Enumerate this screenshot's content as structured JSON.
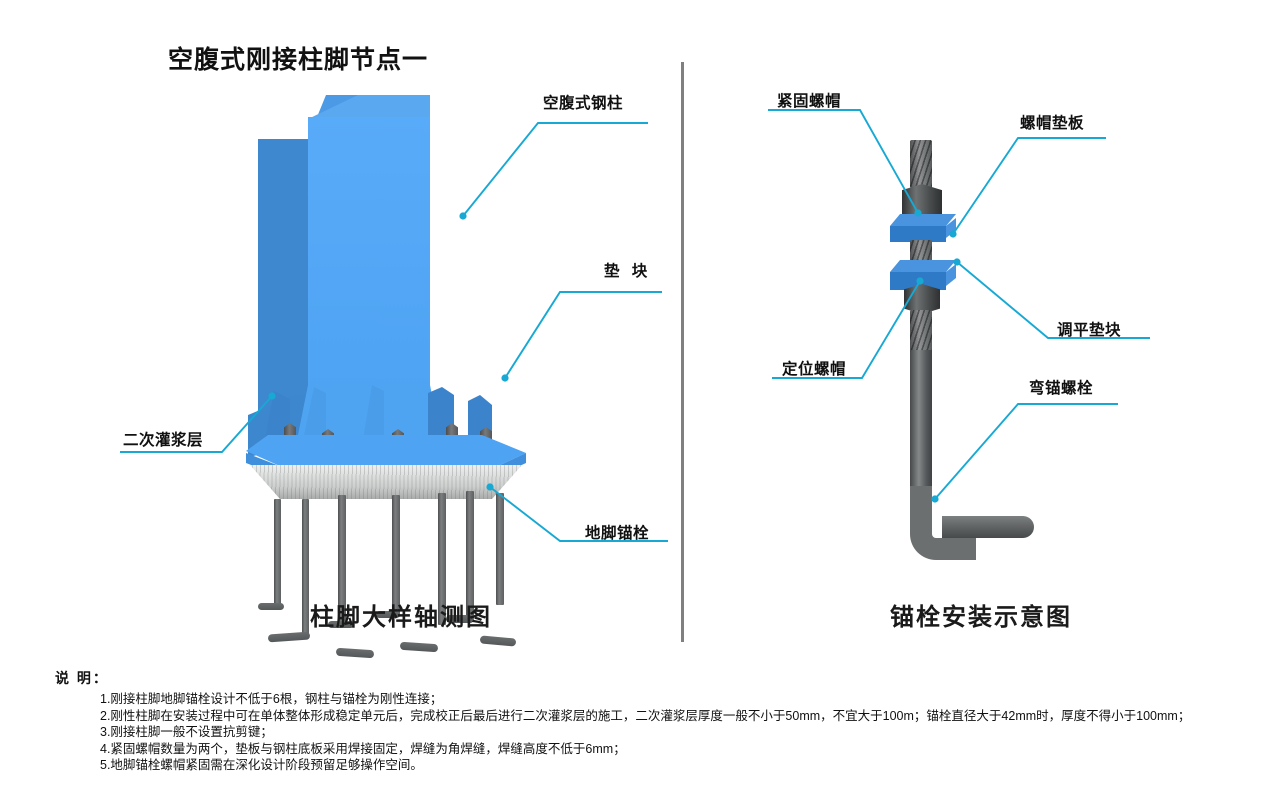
{
  "title": "空腹式刚接柱脚节点一",
  "captions": {
    "left": "柱脚大样轴测图",
    "right": "锚栓安装示意图"
  },
  "labels": {
    "left": [
      {
        "id": "hollow-steel-column",
        "text": "空腹式钢柱"
      },
      {
        "id": "shim-block",
        "text": "垫 块"
      },
      {
        "id": "secondary-grout-layer",
        "text": "二次灌浆层"
      },
      {
        "id": "anchor-bolt",
        "text": "地脚锚栓"
      }
    ],
    "right": [
      {
        "id": "fastening-nut",
        "text": "紧固螺帽"
      },
      {
        "id": "nut-backing-plate",
        "text": "螺帽垫板"
      },
      {
        "id": "leveling-shim",
        "text": "调平垫块"
      },
      {
        "id": "positioning-nut",
        "text": "定位螺帽"
      },
      {
        "id": "bent-anchor-bolt",
        "text": "弯锚螺栓"
      }
    ]
  },
  "notes": {
    "header": "说 明：",
    "items": [
      "1.刚接柱脚地脚锚栓设计不低于6根，钢柱与锚栓为刚性连接；",
      "2.刚性柱脚在安装过程中可在单体整体形成稳定单元后，完成校正后最后进行二次灌浆层的施工，二次灌浆层厚度一般不小于50mm，不宜大于100m；锚栓直径大于42mm时，厚度不得小于100mm；",
      "3.刚接柱脚一般不设置抗剪键；",
      "4.紧固螺帽数量为两个，垫板与钢柱底板采用焊接固定，焊缝为角焊缝，焊缝高度不低于6mm；",
      "5.地脚锚栓螺帽紧固需在深化设计阶段预留足够操作空间。"
    ]
  },
  "colors": {
    "leader": "#17a9d4",
    "column_front": "#55aaf7",
    "column_side": "#3d87ce",
    "steel": "#5a5d5e",
    "grout": "#cfd2d0",
    "divider": "#808080",
    "text": "#111111"
  }
}
